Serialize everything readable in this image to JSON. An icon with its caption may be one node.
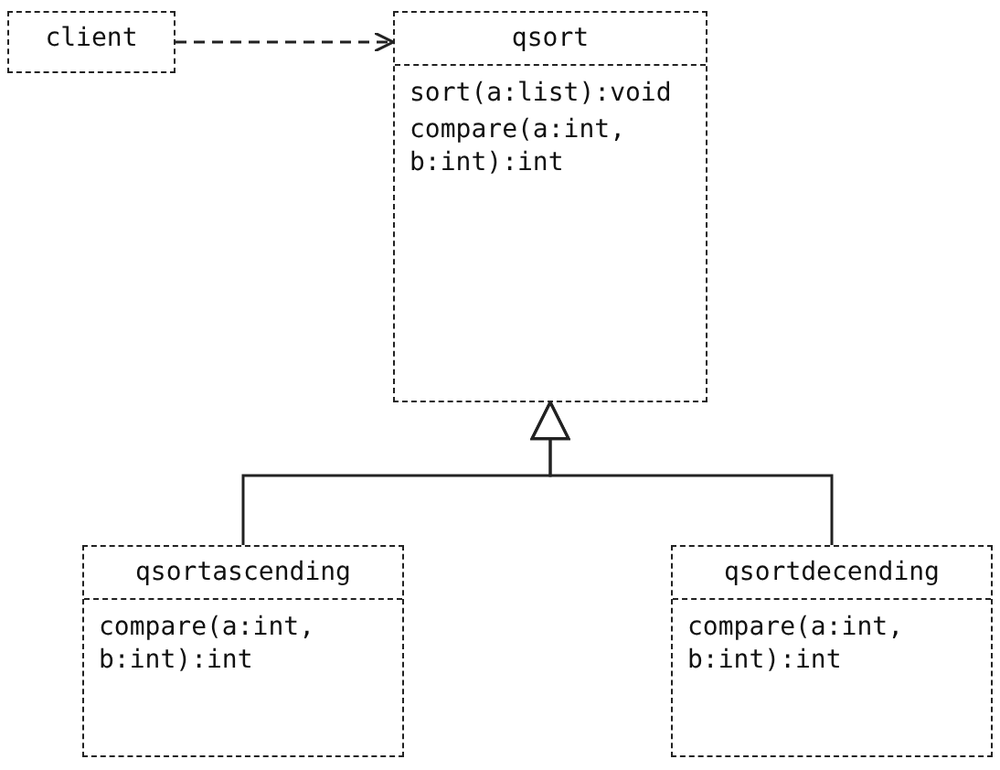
{
  "diagram": {
    "nodes": [
      {
        "text": [
          "client"
        ]
      },
      {
        "text": [
          "qsort",
          "sort(a:list):void",
          "compare(a:int, b:int):int"
        ]
      },
      {
        "text": [
          "qsortascending",
          "compare(a:int, b:int):int"
        ]
      },
      {
        "text": [
          "qsortdecending",
          "compare(a:int, b:int):int"
        ]
      }
    ],
    "edges": [
      {
        "from": 0,
        "to": 1,
        "arrow": "to",
        "style": "dashed"
      },
      {
        "from": 2,
        "to": 1,
        "arrow": "to"
      },
      {
        "from": 3,
        "to": 1,
        "arrow": "to"
      }
    ]
  }
}
